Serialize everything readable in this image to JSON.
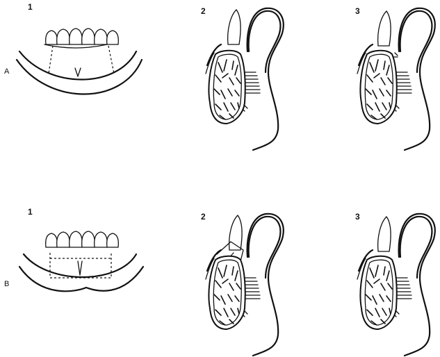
{
  "rows": [
    {
      "label": "A",
      "panels": [
        {
          "number": "1",
          "view": "front-mandible",
          "variant": "a"
        },
        {
          "number": "2",
          "view": "cross-section",
          "variant": "a2"
        },
        {
          "number": "3",
          "view": "cross-section",
          "variant": "a3"
        }
      ]
    },
    {
      "label": "B",
      "panels": [
        {
          "number": "1",
          "view": "front-mandible",
          "variant": "b"
        },
        {
          "number": "2",
          "view": "cross-section",
          "variant": "b2"
        },
        {
          "number": "3",
          "view": "cross-section",
          "variant": "b3"
        }
      ]
    }
  ]
}
